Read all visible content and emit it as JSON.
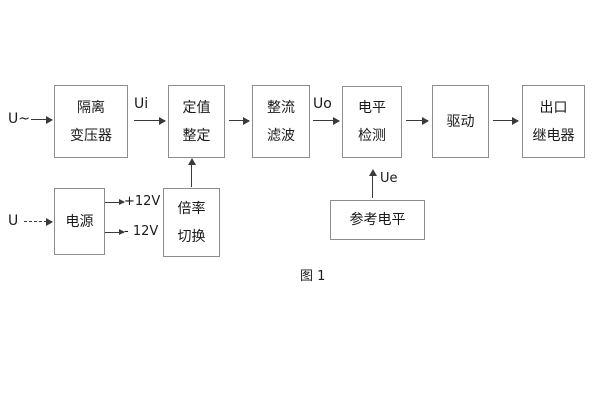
{
  "figure": {
    "caption": "图 1",
    "background": "#ffffff",
    "box_border_color": "#8c8c8c",
    "line_color": "#3a3a3a",
    "text_color": "#1a1a1a"
  },
  "blocks": [
    {
      "id": "isolation-transformer",
      "line1": "隔离",
      "line2": "变压器"
    },
    {
      "id": "setting-value",
      "line1": "定值",
      "line2": "整定"
    },
    {
      "id": "rectify-filter",
      "line1": "整流",
      "line2": "滤波"
    },
    {
      "id": "level-detection",
      "line1": "电平",
      "line2": "检测"
    },
    {
      "id": "drive",
      "line1": "驱动",
      "line2": ""
    },
    {
      "id": "output-relay",
      "line1": "出口",
      "line2": "继电器"
    },
    {
      "id": "power-supply",
      "line1": "电源",
      "line2": ""
    },
    {
      "id": "multiplier-switch",
      "line1": "倍率",
      "line2": "切换"
    },
    {
      "id": "reference-level",
      "line1": "参考电平",
      "line2": ""
    }
  ],
  "signals": {
    "input_ac": "U~",
    "input_dc": "U",
    "ui": "Ui",
    "uo": "Uo",
    "ue": "Ue",
    "rail_pos": "+12V",
    "rail_neg": "- 12V"
  }
}
